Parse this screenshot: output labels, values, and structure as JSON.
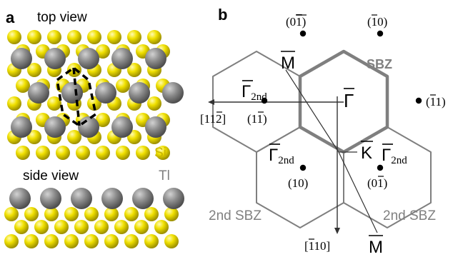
{
  "colors": {
    "si": "#f2e200",
    "tl": "#8c8c8c",
    "hex_line": "#7f7f7f",
    "axis": "#333333",
    "label_gray": "#808080"
  },
  "panel_a": {
    "label": "a",
    "top_view_title": "top view",
    "side_view_title": "side view",
    "legend_si": "Si",
    "legend_tl": "Tl"
  },
  "panel_b": {
    "label": "b",
    "sbz_label": "SBZ",
    "second_sbz_left": "2nd SBZ",
    "second_sbz_right": "2nd SBZ",
    "gamma": "Γ",
    "gamma_2nd_sub": "2nd",
    "m_point": "M",
    "k_point": "K",
    "dir_112": "[11",
    "dir_112_bar": "2",
    "dir_112_end": "]",
    "dir_110_open": "[",
    "dir_110_bar": "1",
    "dir_110_rest": "10]",
    "idx_open": "(",
    "idx_close": ")",
    "idx_0": "0",
    "idx_1": "1",
    "idx_10": "10"
  }
}
